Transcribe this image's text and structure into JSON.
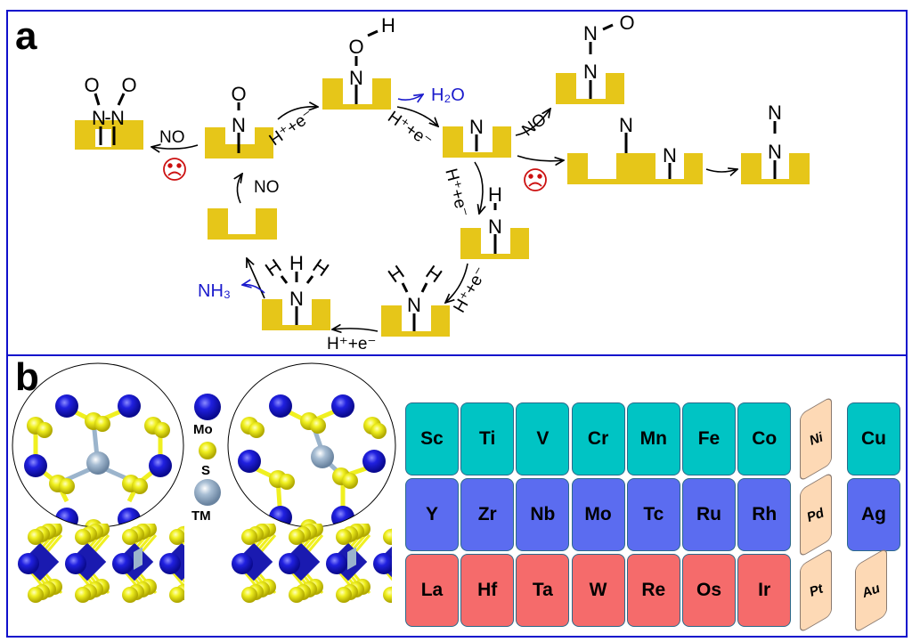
{
  "panels": {
    "a": {
      "label": "a",
      "species": {
        "n2o2": {
          "o_left": "O",
          "o_right": "O",
          "n_left": "N",
          "dash": "-",
          "n_right": "N"
        },
        "no": {
          "o": "O",
          "n": "N"
        },
        "noh": {
          "o": "O",
          "h": "H",
          "n": "N"
        },
        "n": {
          "n": "N"
        },
        "nno": {
          "n_top": "N",
          "o": "O",
          "n_bottom": "N"
        },
        "n_bridge": {
          "n1": "N",
          "n2": "N"
        },
        "n2": {
          "n_top": "N",
          "n_bottom": "N"
        },
        "nh": {
          "h": "H",
          "n": "N"
        },
        "nh2": {
          "h1": "H",
          "h2": "H",
          "n": "N"
        },
        "nh3": {
          "h1": "H",
          "h2": "H",
          "h3": "H",
          "n": "N"
        }
      },
      "labels": {
        "no_to_dimer": "NO",
        "no_adsorb": "NO",
        "no_to_nno": "NO",
        "h2o": "H₂O",
        "nh3": "NH₃",
        "step1": "H⁺+e⁻",
        "step2": "H⁺+e⁻",
        "step3": "H⁺+e⁻",
        "step4": "H⁺+e⁻",
        "step5": "H⁺+e⁻"
      },
      "colors": {
        "substrate": "#e6c619",
        "byproduct": "#1a1acc",
        "sad_face": "#cc1111"
      }
    },
    "b": {
      "label": "b",
      "legend": [
        {
          "name": "Mo",
          "color": "#1a1ad6"
        },
        {
          "name": "S",
          "color": "#f0f020"
        },
        {
          "name": "TM",
          "color": "#9bb4cc"
        }
      ],
      "periodic_table": {
        "rows": [
          {
            "elements": [
              "Sc",
              "Ti",
              "V",
              "Cr",
              "Mn",
              "Fe",
              "Co"
            ],
            "excluded": "Ni",
            "end": "Cu",
            "color": "#00c4c4"
          },
          {
            "elements": [
              "Y",
              "Zr",
              "Nb",
              "Mo",
              "Tc",
              "Ru",
              "Rh"
            ],
            "excluded": "Pd",
            "end": "Ag",
            "color": "#5b6cf0"
          },
          {
            "elements": [
              "La",
              "Hf",
              "Ta",
              "W",
              "Re",
              "Os",
              "Ir"
            ],
            "excluded": "Pt",
            "end": "Au",
            "end_excluded": true,
            "color": "#f56b6b"
          }
        ],
        "excluded_color": "#fdd9b5"
      }
    }
  }
}
